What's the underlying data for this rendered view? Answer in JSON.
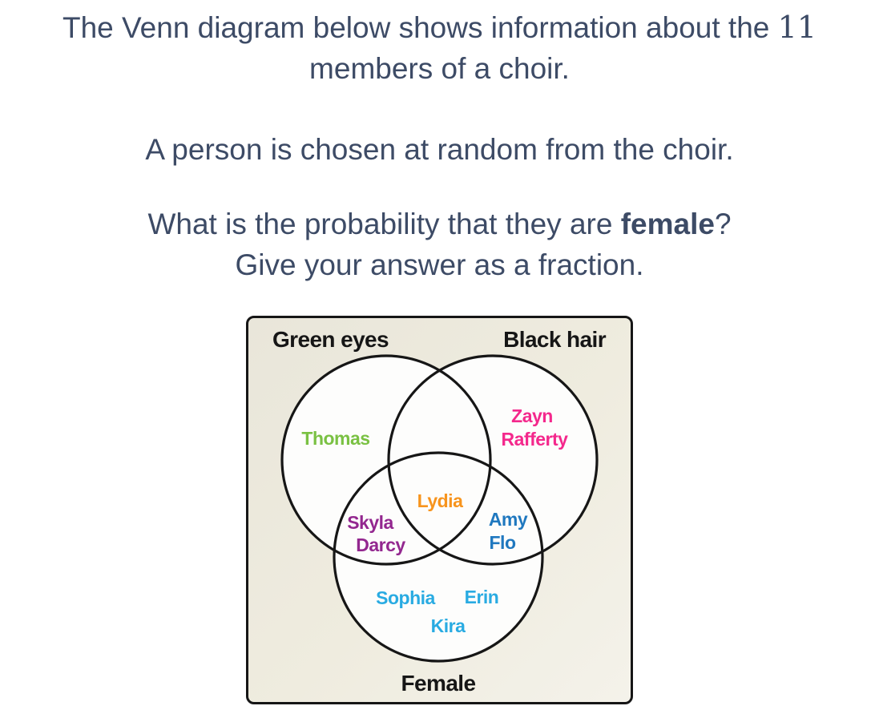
{
  "question": {
    "line1_text": "The Venn diagram below shows information about the ",
    "line1_number": "11",
    "line2": "members of a choir.",
    "line3": "A person is chosen at random from the choir.",
    "line4_prefix": "What is the probability that they are ",
    "line4_bold": "female",
    "line4_suffix": "?",
    "line5": "Give your answer as a fraction."
  },
  "colors": {
    "question_text": "#3d4b66",
    "box_background": "#ebe8dd",
    "outline": "#161616",
    "circle_fill": "#fdfdfc",
    "green": "#7ac143",
    "pink": "#f4288c",
    "orange": "#f7941d",
    "purple": "#93278f",
    "blue": "#1f78bf",
    "cyan": "#29abe2"
  },
  "venn": {
    "total_members": 11,
    "labels": {
      "green_eyes": "Green eyes",
      "black_hair": "Black hair",
      "female": "Female"
    },
    "names": {
      "thomas": {
        "label": "Thomas",
        "color": "#7ac143"
      },
      "zayn": {
        "label": "Zayn",
        "color": "#f4288c"
      },
      "rafferty": {
        "label": "Rafferty",
        "color": "#f4288c"
      },
      "lydia": {
        "label": "Lydia",
        "color": "#f7941d"
      },
      "skyla": {
        "label": "Skyla",
        "color": "#93278f"
      },
      "darcy": {
        "label": "Darcy",
        "color": "#93278f"
      },
      "amy": {
        "label": "Amy",
        "color": "#1f78bf"
      },
      "flo": {
        "label": "Flo",
        "color": "#1f78bf"
      },
      "sophia": {
        "label": "Sophia",
        "color": "#29abe2"
      },
      "erin": {
        "label": "Erin",
        "color": "#29abe2"
      },
      "kira": {
        "label": "Kira",
        "color": "#29abe2"
      }
    },
    "regions": {
      "green_eyes_only": [
        "Thomas"
      ],
      "black_hair_only": [
        "Zayn",
        "Rafferty"
      ],
      "green_and_black_only": [],
      "green_and_female_only": [
        "Skyla",
        "Darcy"
      ],
      "black_and_female_only": [
        "Amy",
        "Flo"
      ],
      "all_three": [
        "Lydia"
      ],
      "female_only": [
        "Sophia",
        "Erin",
        "Kira"
      ]
    }
  }
}
